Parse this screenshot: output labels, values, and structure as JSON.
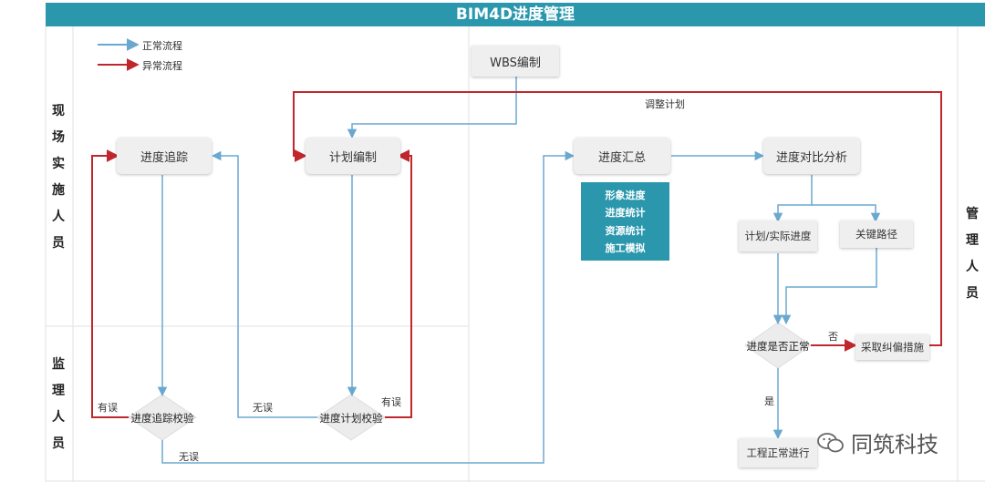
{
  "title": "BIM4D进度管理",
  "legend": [
    {
      "label": "正常流程",
      "color": "#6aa8d0"
    },
    {
      "label": "异常流程",
      "color": "#c0272d"
    }
  ],
  "lanes": {
    "field_staff": [
      "现",
      "场",
      "实",
      "施",
      "人",
      "员"
    ],
    "supervisor": [
      "监",
      "理",
      "人",
      "员"
    ],
    "manager": [
      "管",
      "理",
      "人",
      "员"
    ]
  },
  "nodes": {
    "wbs": "WBS编制",
    "tracking": "进度追踪",
    "plan": "计划编制",
    "summary": "进度汇总",
    "compare": "进度对比分析",
    "plan_vs_actual": "计划/实际进度",
    "critical_path": "关键路径",
    "corrective": "采取纠偏措施",
    "normal_progress": "工程正常进行"
  },
  "summary_items": [
    "形象进度",
    "进度统计",
    "资源统计",
    "施工模拟"
  ],
  "diamonds": {
    "tracking_check": "进度追踪校验",
    "plan_check": "进度计划校验",
    "is_normal": "进度是否正常"
  },
  "edge_labels": {
    "adjust_plan": "调整计划",
    "error_left": "有误",
    "no_error_mid": "无误",
    "error_right": "有误",
    "no_error_bottom": "无误",
    "no": "否",
    "yes": "是"
  },
  "colors": {
    "normal_flow": "#6aa8d0",
    "abnormal_flow": "#c0272d",
    "accent": "#2a97ad"
  },
  "watermark": "同筑科技"
}
